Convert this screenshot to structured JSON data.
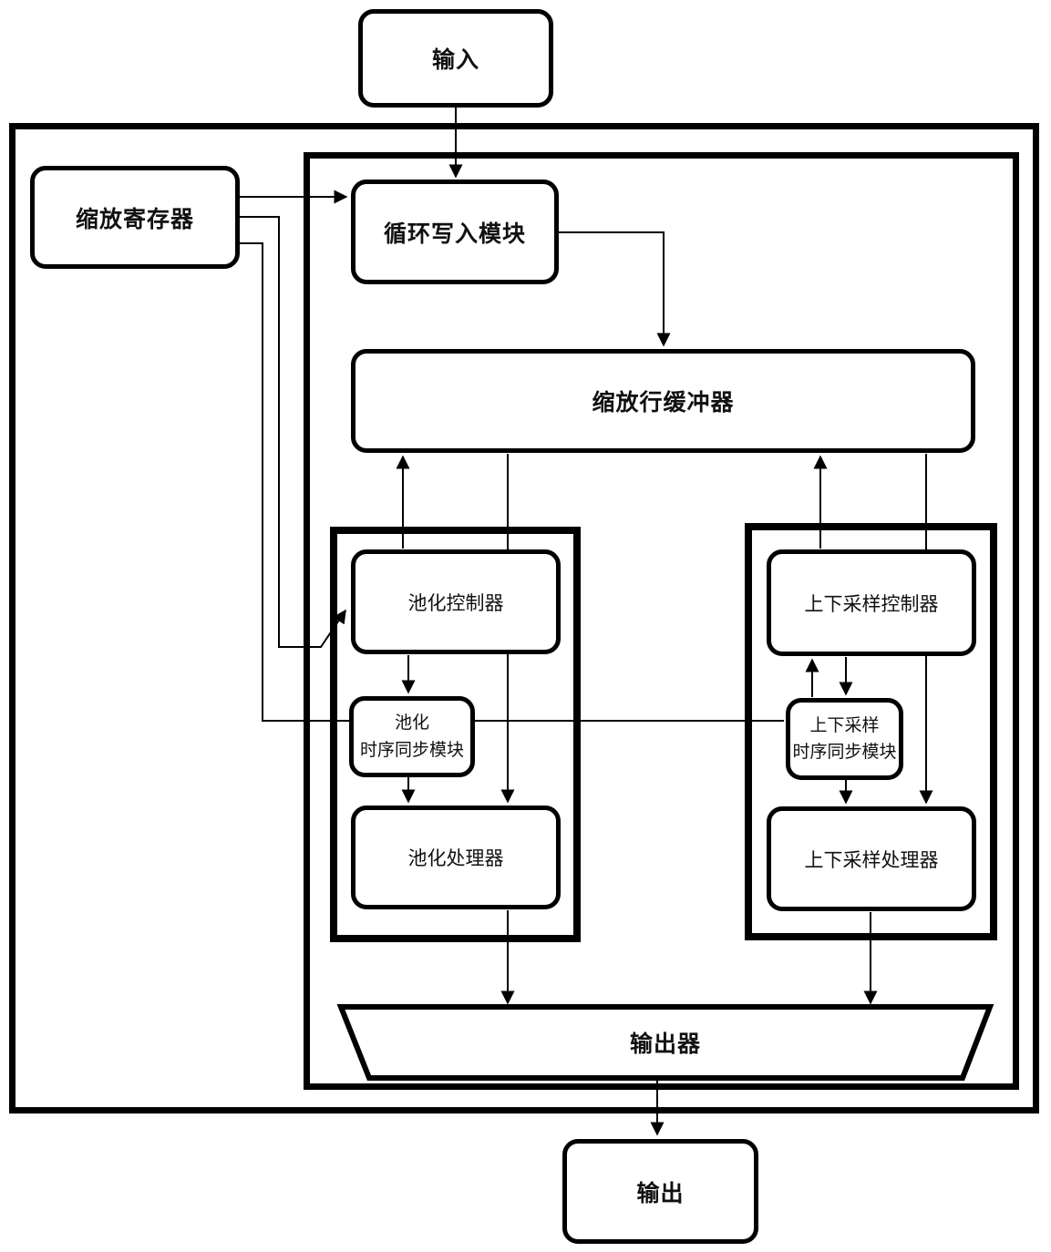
{
  "diagram": {
    "title_none": "",
    "colors": {
      "line": "#000000",
      "fill": "#ffffff",
      "text": "#111111"
    },
    "nodes": {
      "input": {
        "label": "输入"
      },
      "scale_register": {
        "label": "缩放寄存器"
      },
      "loop_write_module": {
        "label": "循环写入模块"
      },
      "scale_line_buffer": {
        "label": "缩放行缓冲器"
      },
      "pool_controller": {
        "label": "池化控制器"
      },
      "pool_sync_module": {
        "label": "池化\n时序同步模块"
      },
      "pool_processor": {
        "label": "池化处理器"
      },
      "updown_controller": {
        "label": "上下采样控制器"
      },
      "updown_sync_module": {
        "label": "上下采样\n时序同步模块"
      },
      "updown_processor": {
        "label": "上下采样处理器"
      },
      "outputter": {
        "label": "输出器"
      },
      "output": {
        "label": "输出"
      }
    },
    "edges": [
      {
        "from": "input",
        "to": "loop_write_module",
        "arrow": true
      },
      {
        "from": "scale_register",
        "to": "loop_write_module",
        "arrow": true
      },
      {
        "from": "scale_register",
        "to": "pool_controller",
        "arrow": true
      },
      {
        "from": "scale_register",
        "to": "pool_sync_module",
        "arrow": false
      },
      {
        "from": "scale_register",
        "to": "updown_sync_module",
        "arrow": false
      },
      {
        "from": "loop_write_module",
        "to": "scale_line_buffer",
        "arrow": true
      },
      {
        "from": "pool_controller",
        "to": "scale_line_buffer",
        "arrow": true
      },
      {
        "from": "scale_line_buffer",
        "to": "pool_processor",
        "arrow": true
      },
      {
        "from": "pool_controller",
        "to": "pool_sync_module",
        "arrow": true
      },
      {
        "from": "pool_sync_module",
        "to": "pool_processor",
        "arrow": true
      },
      {
        "from": "updown_controller",
        "to": "scale_line_buffer",
        "arrow": true
      },
      {
        "from": "scale_line_buffer",
        "to": "updown_processor",
        "arrow": true
      },
      {
        "from": "updown_controller",
        "to": "updown_sync_module",
        "arrow": true
      },
      {
        "from": "updown_sync_module",
        "to": "updown_controller",
        "arrow": true
      },
      {
        "from": "updown_sync_module",
        "to": "updown_processor",
        "arrow": true
      },
      {
        "from": "pool_processor",
        "to": "outputter",
        "arrow": true
      },
      {
        "from": "updown_processor",
        "to": "outputter",
        "arrow": true
      },
      {
        "from": "outputter",
        "to": "output",
        "arrow": true
      }
    ]
  }
}
